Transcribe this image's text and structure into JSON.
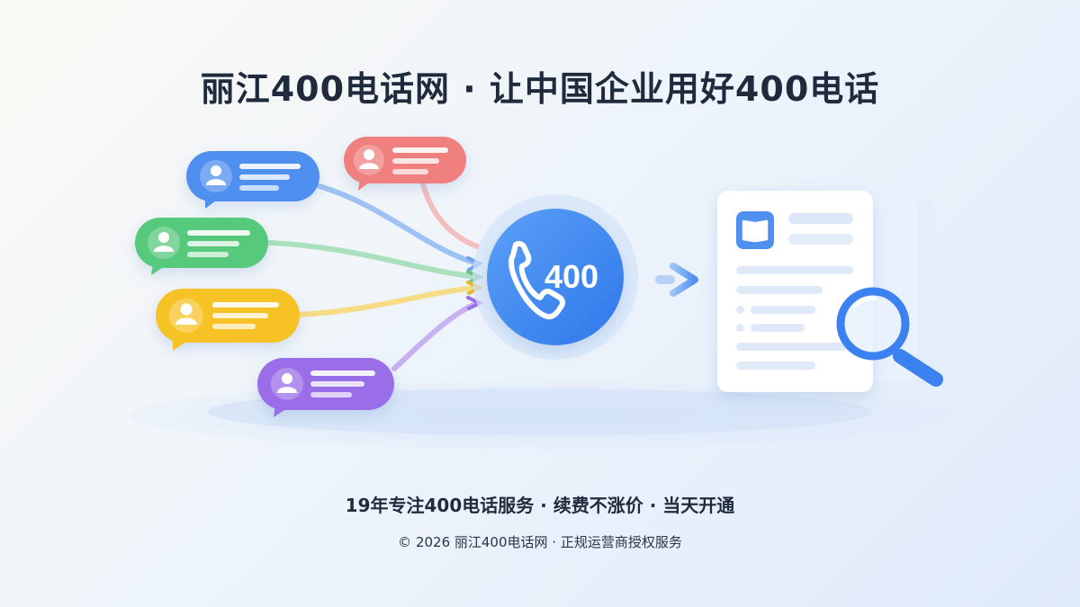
{
  "banner": {
    "title": "丽江400电话网 · 让中国企业用好400电话",
    "phone_badge_text": "400",
    "tagline": "19年专注400电话服务 · 续费不涨价 · 当天开通",
    "footer": "© 2026 丽江400电话网 · 正规运营商授权服务"
  },
  "illustration": {
    "chat_bubbles": [
      {
        "id": "blue",
        "color": "#4f8ff0",
        "icon": "person-icon"
      },
      {
        "id": "red",
        "color": "#f07f7f",
        "icon": "person-icon"
      },
      {
        "id": "green",
        "color": "#56c97c",
        "icon": "person-icon"
      },
      {
        "id": "yellow",
        "color": "#f7c227",
        "icon": "person-icon"
      },
      {
        "id": "purple",
        "color": "#9a6ee8",
        "icon": "person-icon"
      }
    ],
    "phone_icon": "phone-handset-icon",
    "document_icon": "book-icon",
    "magnifier_icon": "magnifying-glass-icon",
    "arrow_icon": "arrow-right-icon"
  }
}
